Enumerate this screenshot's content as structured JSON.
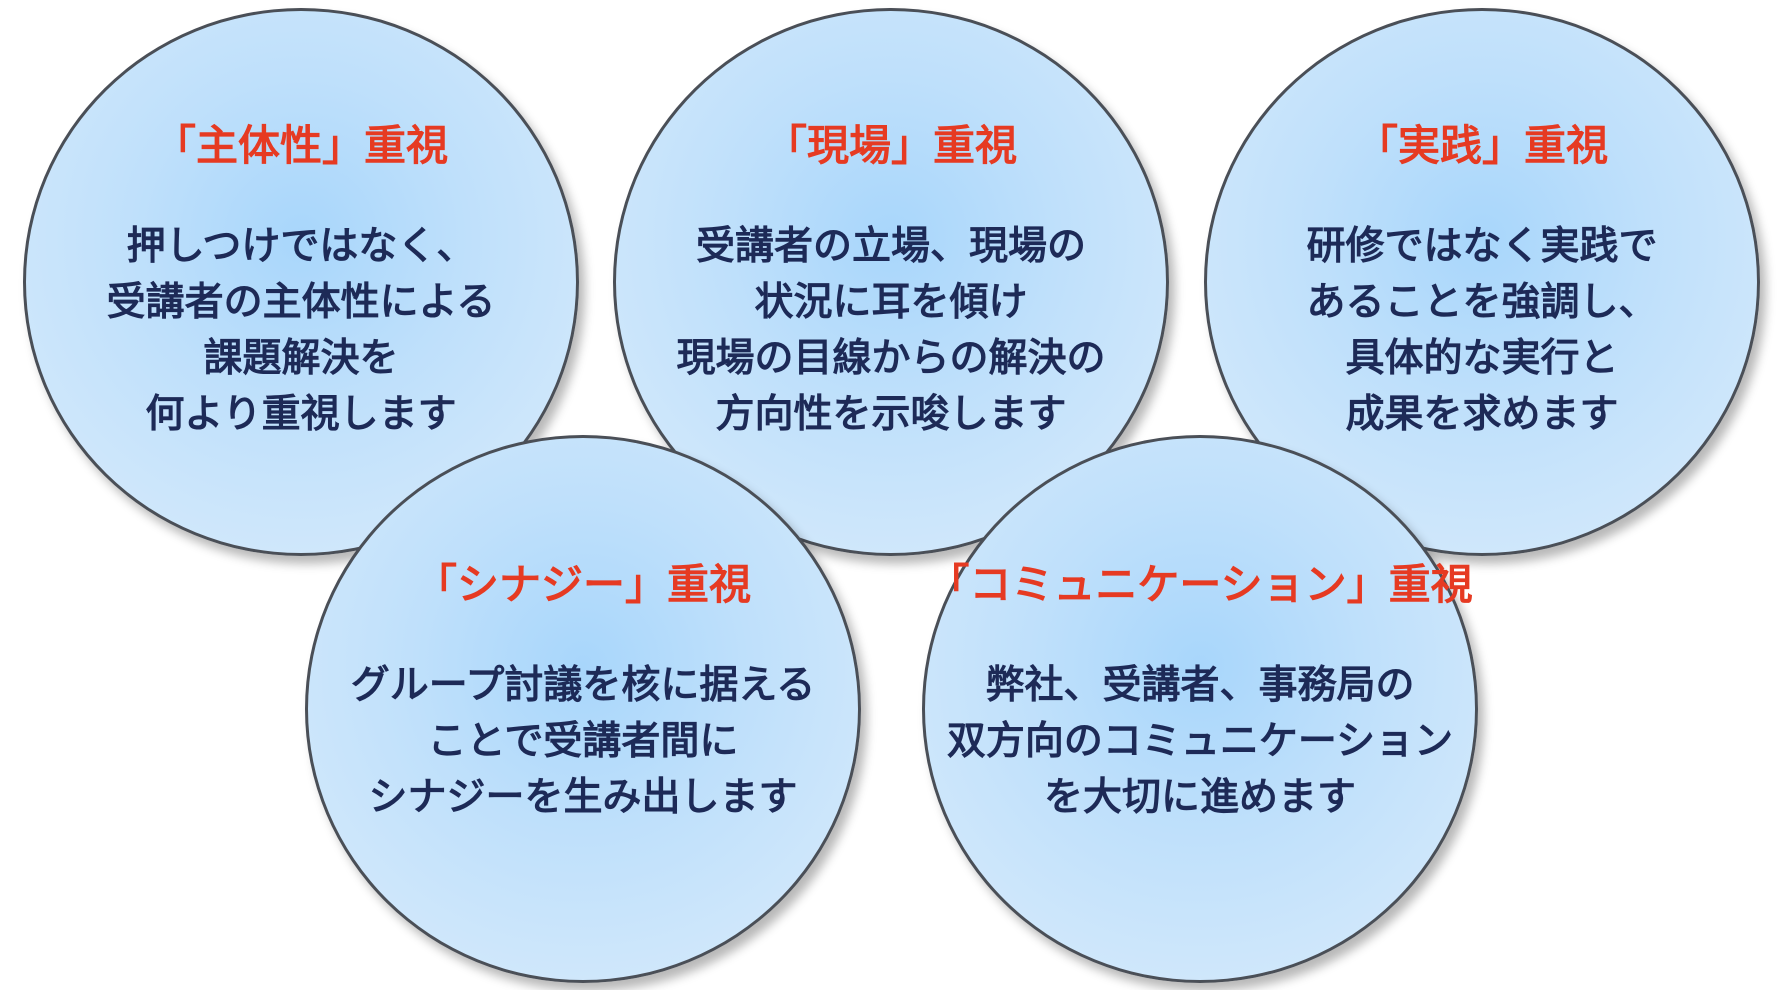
{
  "circles": [
    {
      "title": "「主体性」重視",
      "lines": [
        "押しつけではなく、",
        "受講者の主体性による",
        "課題解決を",
        "何より重視します"
      ]
    },
    {
      "title": "「現場」重視",
      "lines": [
        "受講者の立場、現場の",
        "状況に耳を傾け",
        "現場の目線からの解決の",
        "方向性を示唆します"
      ]
    },
    {
      "title": "「実践」重視",
      "lines": [
        "研修ではなく実践で",
        "あることを強調し、",
        "具体的な実行と",
        "成果を求めます"
      ]
    },
    {
      "title": "「シナジー」重視",
      "lines": [
        "グループ討議を核に据える",
        "ことで受講者間に",
        "シナジーを生み出します"
      ]
    },
    {
      "title": "「コミュニケーション」重視",
      "lines": [
        "弊社、受講者、事務局の",
        "双方向のコミュニケーション",
        "を大切に進めます"
      ]
    }
  ],
  "colors": {
    "title": "#e63a22",
    "body": "#1d2a57",
    "circle_fill": "#bfe0fb",
    "circle_border": "#4a4f57"
  }
}
